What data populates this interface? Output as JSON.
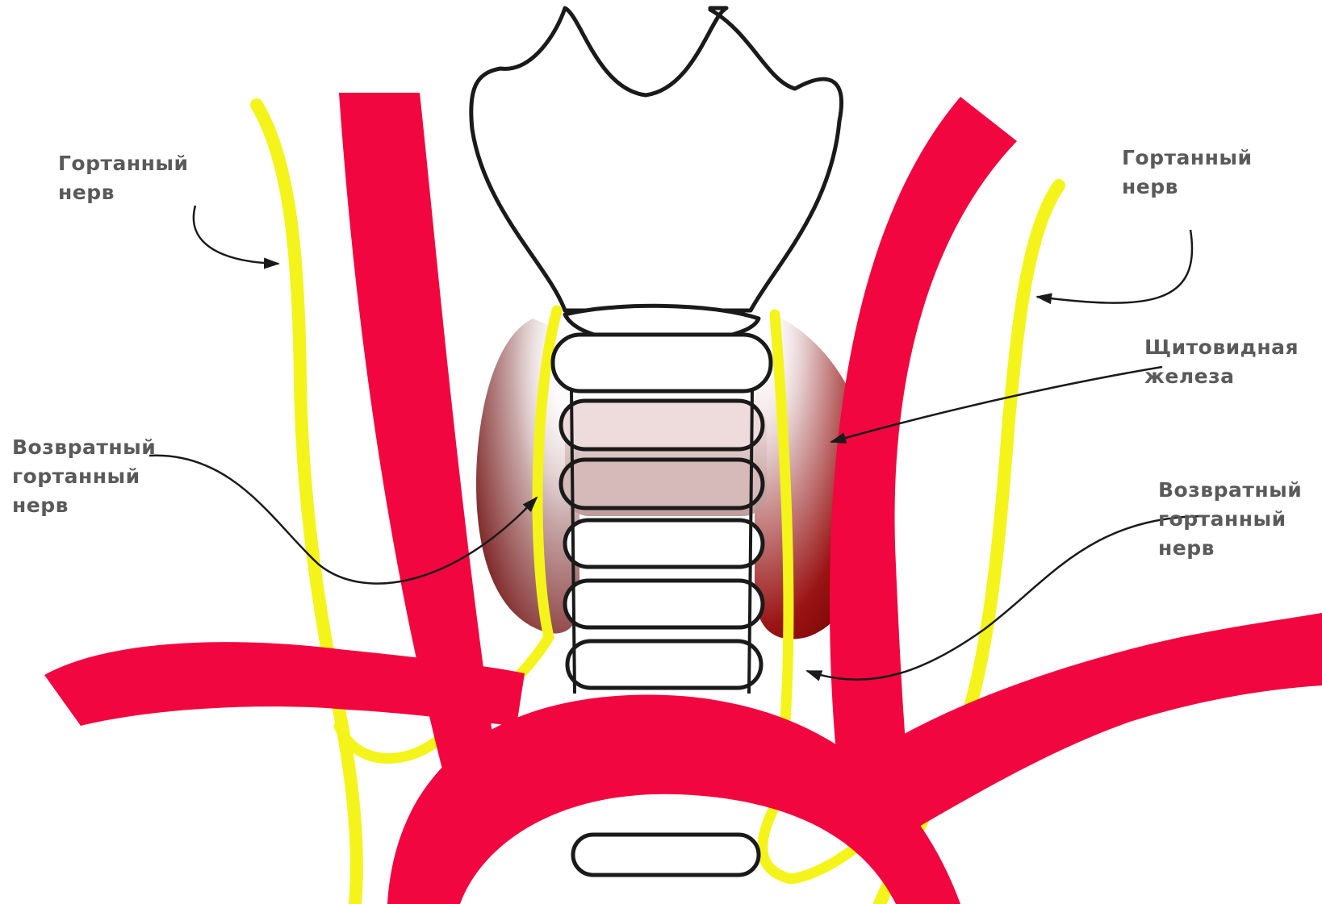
{
  "colors": {
    "artery": "#f2063f",
    "nerve": "#f4f41a",
    "thyroid_dark": "#8a0d0d",
    "outline": "#1a1a1a",
    "label_text": "#5a5a5a",
    "background": "#ffffff"
  },
  "labels": {
    "laryngeal_nerve_left": [
      "Гортанный",
      "нерв"
    ],
    "laryngeal_nerve_right": [
      "Гортанный",
      "нерв"
    ],
    "thyroid_gland": [
      "Щитовидная",
      "железа"
    ],
    "recurrent_nerve_left": [
      "Возвратный",
      "гортанный",
      "нерв"
    ],
    "recurrent_nerve_right": [
      "Возвратный",
      "гортанный",
      "нерв"
    ]
  }
}
